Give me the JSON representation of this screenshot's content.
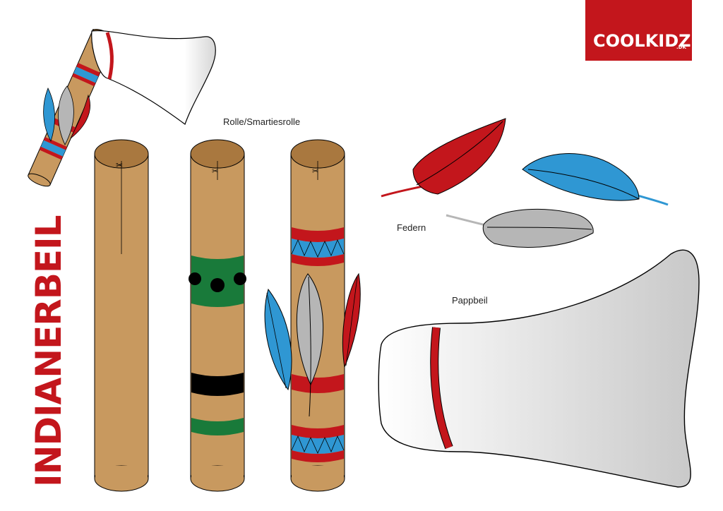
{
  "logo": {
    "name": "COOLKIDZ",
    "suffix": ".DK",
    "bg_color": "#c3161c"
  },
  "title": "INDIANERBEIL",
  "labels": {
    "roll": "Rolle/Smartiesrolle",
    "feathers": "Federn",
    "cardboard_axe": "Pappbeil"
  },
  "colors": {
    "roll_tan": "#c8995f",
    "roll_top": "#a9783f",
    "red": "#c3161c",
    "blue": "#2f97d3",
    "green": "#197a3a",
    "black": "#000000",
    "grey": "#b6b6b6",
    "blade_light": "#f2f2f2"
  }
}
